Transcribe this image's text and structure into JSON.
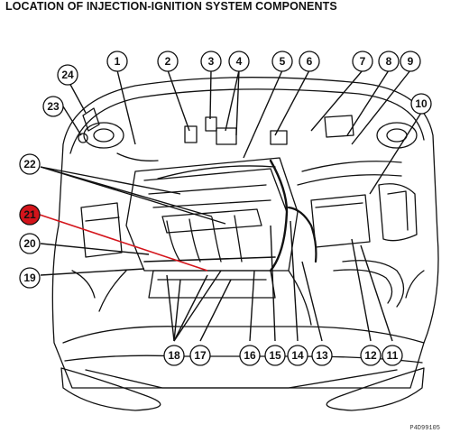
{
  "title": "LOCATION OF INJECTION-IGNITION SYSTEM COMPONENTS",
  "highlight_color": "#d4141b",
  "callouts": [
    {
      "id": "1",
      "label": "1"
    },
    {
      "id": "2",
      "label": "2"
    },
    {
      "id": "3",
      "label": "3"
    },
    {
      "id": "4",
      "label": "4"
    },
    {
      "id": "5",
      "label": "5"
    },
    {
      "id": "6",
      "label": "6"
    },
    {
      "id": "7",
      "label": "7"
    },
    {
      "id": "8",
      "label": "8"
    },
    {
      "id": "9",
      "label": "9"
    },
    {
      "id": "10",
      "label": "10"
    },
    {
      "id": "11",
      "label": "11"
    },
    {
      "id": "12",
      "label": "12"
    },
    {
      "id": "13",
      "label": "13"
    },
    {
      "id": "14",
      "label": "14"
    },
    {
      "id": "15",
      "label": "15"
    },
    {
      "id": "16",
      "label": "16"
    },
    {
      "id": "17",
      "label": "17"
    },
    {
      "id": "18",
      "label": "18"
    },
    {
      "id": "19",
      "label": "19"
    },
    {
      "id": "20",
      "label": "20"
    },
    {
      "id": "21",
      "label": "21",
      "highlighted": true
    },
    {
      "id": "22",
      "label": "22"
    },
    {
      "id": "23",
      "label": "23"
    },
    {
      "id": "24",
      "label": "24"
    }
  ],
  "figure_code": "P4D99105"
}
